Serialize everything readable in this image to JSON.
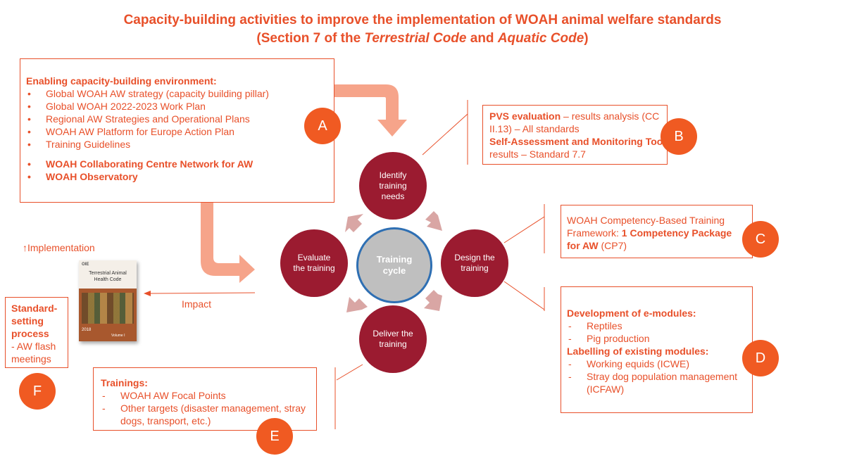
{
  "title": {
    "line1": "Capacity-building activities to improve the implementation of WOAH animal welfare standards",
    "line2_pre": "(Section 7 of the ",
    "line2_terrestrial": "Terrestrial Code",
    "line2_and": " and ",
    "line2_aquatic": "Aquatic Code",
    "line2_post": ")"
  },
  "box_a": {
    "heading": "Enabling capacity-building environment:",
    "items": [
      "Global WOAH AW strategy (capacity building pillar)",
      "Global WOAH 2022-2023 Work Plan",
      "Regional AW Strategies and Operational Plans",
      "WOAH AW Platform for Europe Action Plan",
      "Training Guidelines"
    ],
    "bold_items": [
      "WOAH Collaborating Centre Network for AW",
      "WOAH Observatory"
    ]
  },
  "box_b": {
    "bold1": "PVS evaluation",
    "text1": " – results analysis (CC II.13) – All standards",
    "bold2": "Self-Assessment and Monitoring Tool",
    "text2": " results – Standard 7.7"
  },
  "box_c": {
    "text1": "WOAH Competency-Based Training Framework: ",
    "bold1": "1 Competency Package for AW",
    "text2": " (CP7)"
  },
  "box_d": {
    "heading1": "Development of e-modules:",
    "items1": [
      "Reptiles",
      "Pig production"
    ],
    "heading2": "Labelling of existing modules:",
    "items2": [
      "Working equids (ICWE)",
      "Stray dog population management (ICFAW)"
    ]
  },
  "box_e": {
    "heading": "Trainings:",
    "items": [
      "WOAH AW Focal Points",
      "Other targets (disaster management, stray dogs, transport, etc.)"
    ]
  },
  "box_f": {
    "bold": "Standard-setting process",
    "text": "- AW flash meetings"
  },
  "letters": {
    "a": "A",
    "b": "B",
    "c": "C",
    "d": "D",
    "e": "E",
    "f": "F"
  },
  "cycle": {
    "center": "Training cycle",
    "identify": "Identify training needs",
    "design": "Design the training",
    "deliver": "Deliver the training",
    "evaluate": "Evaluate the training"
  },
  "labels": {
    "implementation": "↑Implementation",
    "impact": "Impact"
  },
  "book": {
    "logo": "OIE",
    "title": "Terrestrial Animal Health Code",
    "year": "2018",
    "volume": "Volume I"
  },
  "colors": {
    "accent": "#e8502a",
    "stage": "#9b1b30",
    "letter_circle": "#f05a22",
    "big_arrow": "#f6a48a",
    "small_arrow": "#d9a6a4",
    "center_fill": "#bfbfbf",
    "center_border": "#2e6fb3"
  }
}
